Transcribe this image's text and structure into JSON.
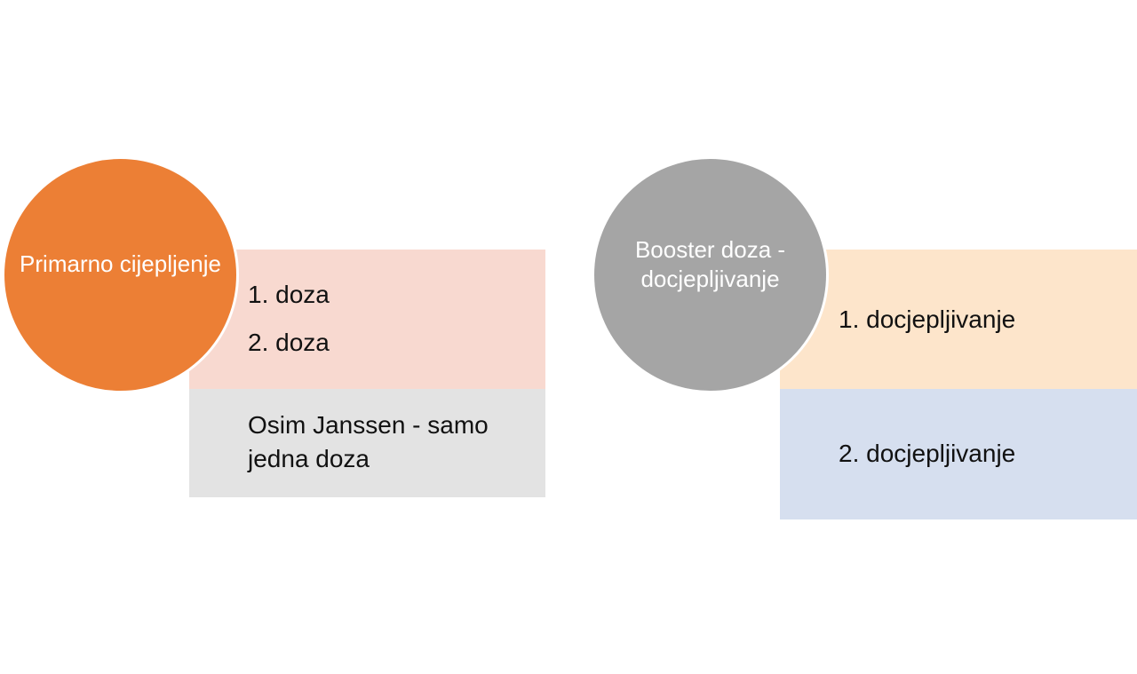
{
  "groups": [
    {
      "title": "Primarno cijepljenje",
      "color": "#ec7f35",
      "top_box": {
        "lines": [
          "1. doza",
          "2. doza"
        ],
        "color": "#f8d9d0"
      },
      "bottom_box": {
        "text": "Osim Janssen - samo jedna doza",
        "color": "#e3e3e3"
      }
    },
    {
      "title": "Booster doza - docjepljivanje",
      "color": "#a5a5a5",
      "top_box": {
        "text": "1. docjepljivanje",
        "color": "#fde5cb"
      },
      "bottom_box": {
        "text": "2. docjepljivanje",
        "color": "#d6dfef"
      }
    }
  ]
}
